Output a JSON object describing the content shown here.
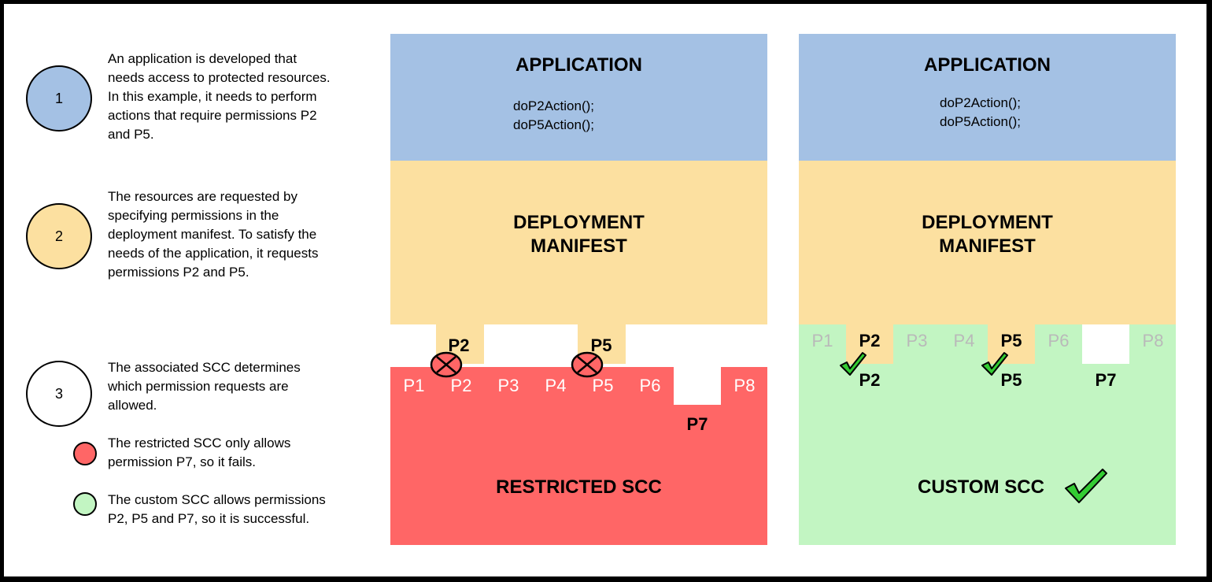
{
  "steps": [
    {
      "number": "1",
      "color": "#a4c1e4",
      "text": "An application is developed that\nneeds access to protected resources.\nIn this example, it needs to perform\nactions that require permissions P2\nand P5."
    },
    {
      "number": "2",
      "color": "#fce0a0",
      "text": "The resources are requested by\nspecifying permissions in the\ndeployment manifest. To satisfy the\nneeds of the application, it requests\npermissions P2 and P5."
    },
    {
      "number": "3",
      "color": "#ffffff",
      "text": "The associated SCC determines\nwhich permission requests are\nallowed."
    }
  ],
  "legend": [
    {
      "color": "#ff6666",
      "text": "The restricted SCC only allows\npermission P7, so it fails."
    },
    {
      "color": "#c2f5c2",
      "text": "The custom SCC allows permissions\nP2, P5 and P7, so it is successful."
    }
  ],
  "left_panel": {
    "application_title": "APPLICATION",
    "code": "doP2Action();\ndoP5Action();",
    "manifest_title": "DEPLOYMENT\nMANIFEST",
    "requests": [
      "P2",
      "P5"
    ],
    "scc_permissions": [
      "P1",
      "P2",
      "P3",
      "P4",
      "P5",
      "P6",
      "P8"
    ],
    "scc_allowed": "P7",
    "scc_title": "RESTRICTED SCC"
  },
  "right_panel": {
    "application_title": "APPLICATION",
    "code": "doP2Action();\ndoP5Action();",
    "manifest_title": "DEPLOYMENT\nMANIFEST",
    "top_labels": [
      "P1",
      "P2",
      "P3",
      "P4",
      "P5",
      "P6",
      "P8"
    ],
    "allowed": [
      "P2",
      "P5",
      "P7"
    ],
    "scc_title": "CUSTOM SCC"
  },
  "colors": {
    "application": "#a4c1e4",
    "manifest": "#fce0a0",
    "restricted": "#ff6666",
    "custom": "#c2f5c2",
    "check": "#33cc33"
  }
}
